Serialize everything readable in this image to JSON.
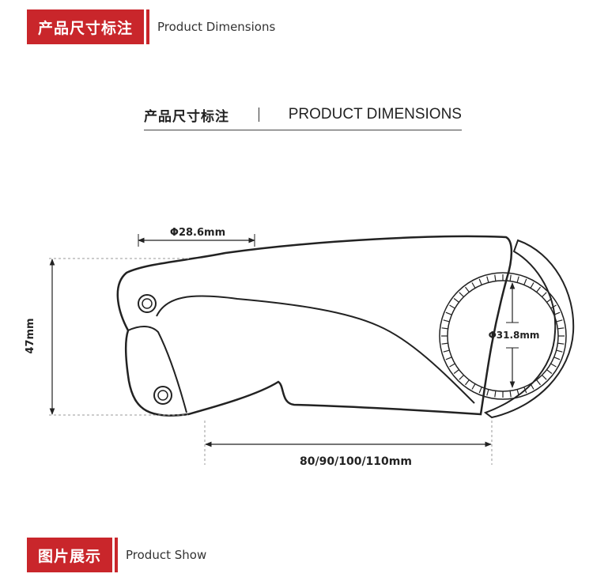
{
  "header_top": {
    "tag": "产品尺寸标注",
    "subtitle": "Product Dimensions"
  },
  "title": {
    "cn": "产品尺寸标注",
    "en": "PRODUCT DIMENSIONS"
  },
  "dimensions": {
    "top_diameter": "Φ28.6mm",
    "height": "47mm",
    "clamp_diameter": "Φ31.8mm",
    "length": "80/90/100/110mm"
  },
  "header_bottom": {
    "tag": "图片展示",
    "subtitle": "Product Show"
  },
  "colors": {
    "accent": "#c9262b",
    "line": "#222222"
  }
}
